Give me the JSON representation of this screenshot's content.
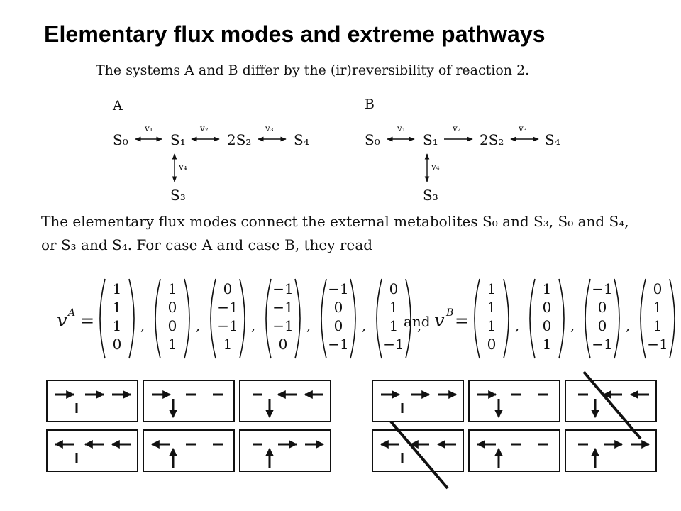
{
  "title": "Elementary flux modes and extreme pathways",
  "intro": "The systems A and B differ by the (ir)reversibility of reaction 2.",
  "paragraph": {
    "line1": "The elementary flux modes connect the external metabolites S₀ and S₃, S₀ and S₄,",
    "line2": "or S₃ and S₄. For case A and case B, they read"
  },
  "schemes": {
    "A": {
      "label": "A",
      "s0": "S₀",
      "s1": "S₁",
      "s2": "2S₂",
      "s3": "S₃",
      "s4": "S₄",
      "v1": "v₁",
      "v2": "v₂",
      "v3": "v₃",
      "v4": "v₄",
      "reaction2": "reversible"
    },
    "B": {
      "label": "B",
      "s0": "S₀",
      "s1": "S₁",
      "s2": "2S₂",
      "s3": "S₃",
      "s4": "S₄",
      "v1": "v₁",
      "v2": "v₂",
      "v3": "v₃",
      "v4": "v₄",
      "reaction2": "irreversible"
    }
  },
  "equation": {
    "vA_label": "v",
    "vA_sup": "A",
    "and_label": "and",
    "vB_label": "v",
    "vB_sup": "B",
    "equals": "=",
    "vA": [
      [
        "1",
        "1",
        "1",
        "0"
      ],
      [
        "1",
        "0",
        "0",
        "1"
      ],
      [
        "0",
        "−1",
        "−1",
        "1"
      ],
      [
        "−1",
        "−1",
        "−1",
        "0"
      ],
      [
        "−1",
        "0",
        "0",
        "−1"
      ],
      [
        "0",
        "1",
        "1",
        "−1"
      ]
    ],
    "vB": [
      [
        "1",
        "1",
        "1",
        "0"
      ],
      [
        "1",
        "0",
        "0",
        "1"
      ],
      [
        "−1",
        "0",
        "0",
        "−1"
      ],
      [
        "0",
        "1",
        "1",
        "−1"
      ]
    ]
  },
  "flux_diagrams": {
    "A": [
      {
        "r1": "right",
        "r2": "right",
        "r3": "right",
        "r4": "none"
      },
      {
        "r1": "right",
        "r2": "none",
        "r3": "none",
        "r4": "down"
      },
      {
        "r1": "none",
        "r2": "left",
        "r3": "left",
        "r4": "down"
      },
      {
        "r1": "left",
        "r2": "left",
        "r3": "left",
        "r4": "none"
      },
      {
        "r1": "left",
        "r2": "none",
        "r3": "none",
        "r4": "up"
      },
      {
        "r1": "none",
        "r2": "right",
        "r3": "right",
        "r4": "up"
      }
    ],
    "B": [
      {
        "r1": "right",
        "r2": "right",
        "r3": "right",
        "r4": "none",
        "struck": false
      },
      {
        "r1": "right",
        "r2": "none",
        "r3": "none",
        "r4": "down",
        "struck": false
      },
      {
        "r1": "none",
        "r2": "left",
        "r3": "left",
        "r4": "down",
        "struck": true
      },
      {
        "r1": "left",
        "r2": "left",
        "r3": "left",
        "r4": "none",
        "struck": true
      },
      {
        "r1": "left",
        "r2": "none",
        "r3": "none",
        "r4": "up",
        "struck": false
      },
      {
        "r1": "none",
        "r2": "right",
        "r3": "right",
        "r4": "up",
        "struck": false
      }
    ]
  }
}
